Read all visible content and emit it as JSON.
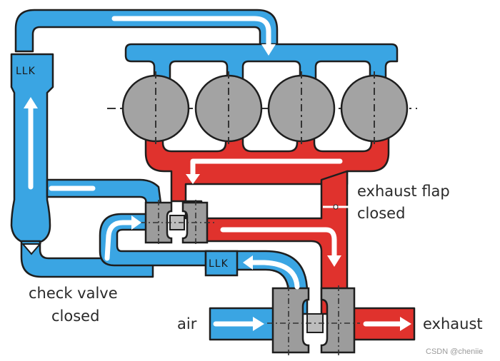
{
  "labels": {
    "llk_top": "LLK",
    "llk_bottom": "LLK",
    "exhaust_flap_line1": "exhaust flap",
    "exhaust_flap_line2": "closed",
    "check_valve_line1": "check valve",
    "check_valve_line2": "closed",
    "air": "air",
    "exhaust": "exhaust",
    "watermark": "CSDN @cheniie"
  },
  "colors": {
    "intake_blue": "#3aa5e3",
    "exhaust_red": "#e0322d",
    "outline": "#1e1e1e",
    "cylinder_gray": "#a3a3a3",
    "turbo_gray": "#9c9c9c",
    "arrow": "#ffffff"
  },
  "cylinders": [
    "cylinder-1",
    "cylinder-2",
    "cylinder-3",
    "cylinder-4"
  ]
}
